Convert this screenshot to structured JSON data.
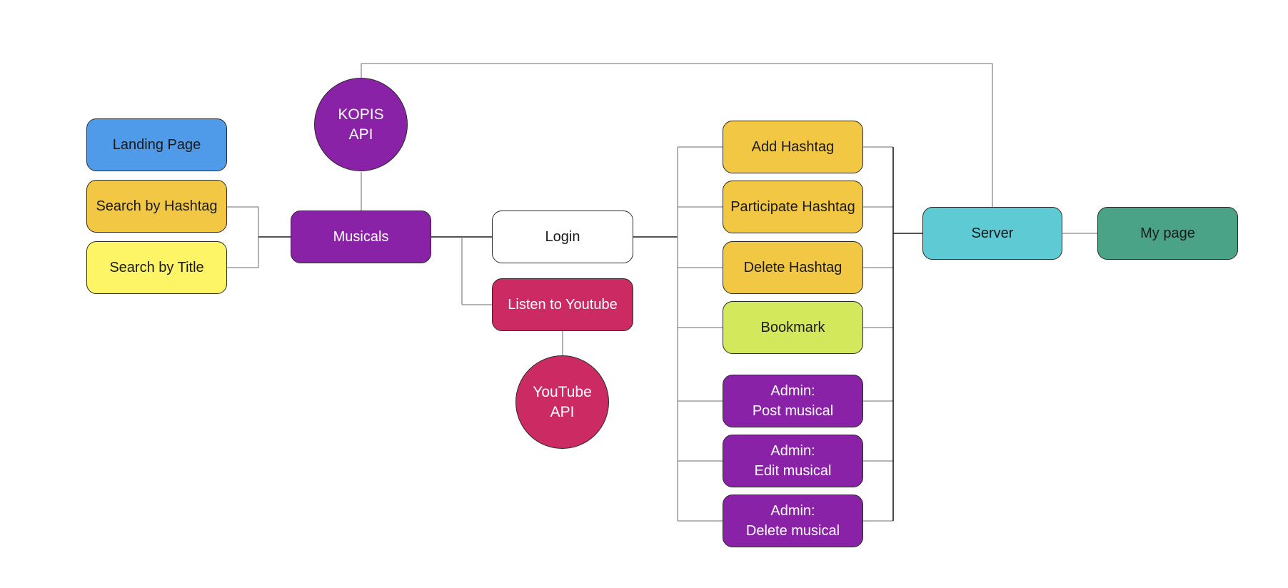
{
  "nodes": {
    "landing_page": {
      "label": "Landing Page",
      "color": "#4f9be9"
    },
    "search_hashtag": {
      "label": "Search by Hashtag",
      "color": "#f2c744"
    },
    "search_title": {
      "label": "Search by Title",
      "color": "#fdf466"
    },
    "kopis_api": {
      "label": "KOPIS\nAPI",
      "color": "#8a22a8"
    },
    "musicals": {
      "label": "Musicals",
      "color": "#8a22a8"
    },
    "login": {
      "label": "Login",
      "color": "#ffffff"
    },
    "listen_youtube": {
      "label": "Listen to Youtube",
      "color": "#cc2a62"
    },
    "youtube_api": {
      "label": "YouTube\nAPI",
      "color": "#cc2a62"
    },
    "add_hashtag": {
      "label": "Add Hashtag",
      "color": "#f2c744"
    },
    "participate_hashtag": {
      "label": "Participate Hashtag",
      "color": "#f2c744"
    },
    "delete_hashtag": {
      "label": "Delete Hashtag",
      "color": "#f2c744"
    },
    "bookmark": {
      "label": "Bookmark",
      "color": "#d4e85c"
    },
    "admin_post": {
      "label": "Admin:\nPost musical",
      "color": "#8a22a8"
    },
    "admin_edit": {
      "label": "Admin:\nEdit musical",
      "color": "#8a22a8"
    },
    "admin_delete": {
      "label": "Admin:\nDelete musical",
      "color": "#8a22a8"
    },
    "server": {
      "label": "Server",
      "color": "#5ecbd4"
    },
    "my_page": {
      "label": "My page",
      "color": "#4aa387"
    }
  }
}
